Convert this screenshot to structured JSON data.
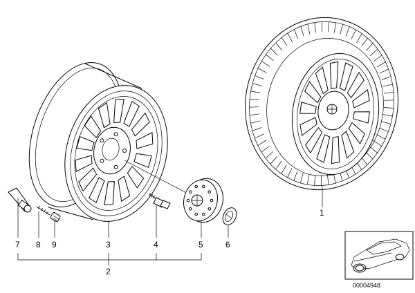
{
  "diagram": {
    "callouts": {
      "c1": "1",
      "c2": "2",
      "c3": "3",
      "c4": "4",
      "c5": "5",
      "c6": "6",
      "c7": "7",
      "c8": "8",
      "c9": "9"
    },
    "image_id": "00004948",
    "icons": [
      "wheel-rim",
      "complete-wheel-tire",
      "valve",
      "lug-bolt",
      "hub-cap",
      "emblem",
      "car-thumbnail"
    ]
  }
}
